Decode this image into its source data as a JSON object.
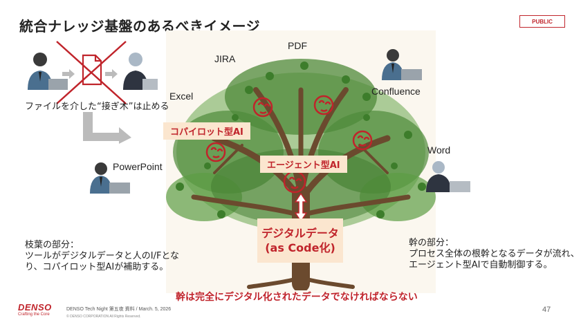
{
  "slide": {
    "title": "統合ナレッジ基盤のあるべきイメージ",
    "badge": "PUBLIC",
    "headline": "幹は完全にデジタル化されたデータでなければならない",
    "page_number": "47"
  },
  "labels": {
    "pdf": "PDF",
    "jira": "JIRA",
    "excel": "Excel",
    "confluence": "Confluence",
    "word": "Word",
    "powerpoint": "PowerPoint",
    "file_handoff": "ファイルを介した“接ぎ木”は止める"
  },
  "tags": {
    "copilot_ai": "コパイロット型AI",
    "agent_ai": "エージェント型AI"
  },
  "center": {
    "line1": "デジタルデータ",
    "line2": "(as Code化)"
  },
  "left_note": {
    "line1": "枝葉の部分：",
    "line2": "ツールがデジタルデータと人のI/Fとな",
    "line3": "り、コパイロット型AIが補助する。"
  },
  "right_note": {
    "line1": "幹の部分：",
    "line2": "プロセス全体の根幹となるデータが流れ、",
    "line3": "エージェント型AIで自動制御する。"
  },
  "footer": {
    "logo": "DENSO",
    "tagline": "Crafting the Core",
    "event": "DENSO Tech Night 第五夜 資料 / March. 5, 2026",
    "copyright": "© DENSO CORPORATION All Rights Reserved."
  },
  "colors": {
    "accent_red": "#c0242b",
    "pill_bg": "#fbe6cf",
    "leaf_green": "#4f8a3a",
    "trunk_brown": "#6b4a2e"
  }
}
